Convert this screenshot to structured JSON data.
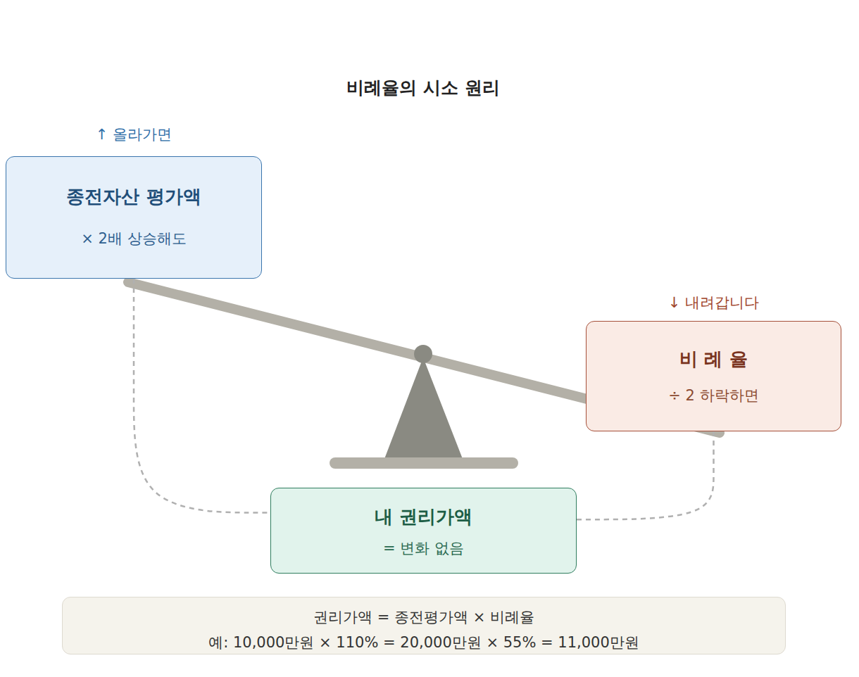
{
  "diagram": {
    "title": "비례율의 시소 원리",
    "nodes": [
      {
        "text": [
          "↑ 올라가면",
          "종전자산 평가액",
          "× 2배 상승해도"
        ]
      },
      {
        "text": [
          "↓ 내려갑니다",
          "비 례 율",
          "÷ 2 하락하면"
        ]
      },
      {
        "text": [
          "내 권리가액",
          "= 변화 없음"
        ]
      },
      {
        "text": [
          "권리가액 = 종전평가액 × 비례율",
          "예: 10,000만원 × 110% = 20,000만원 × 55% = 11,000만원"
        ]
      }
    ],
    "edges": [
      {
        "from": 0,
        "to": 2,
        "arrow": "none"
      },
      {
        "from": 1,
        "to": 2,
        "arrow": "none"
      }
    ]
  }
}
